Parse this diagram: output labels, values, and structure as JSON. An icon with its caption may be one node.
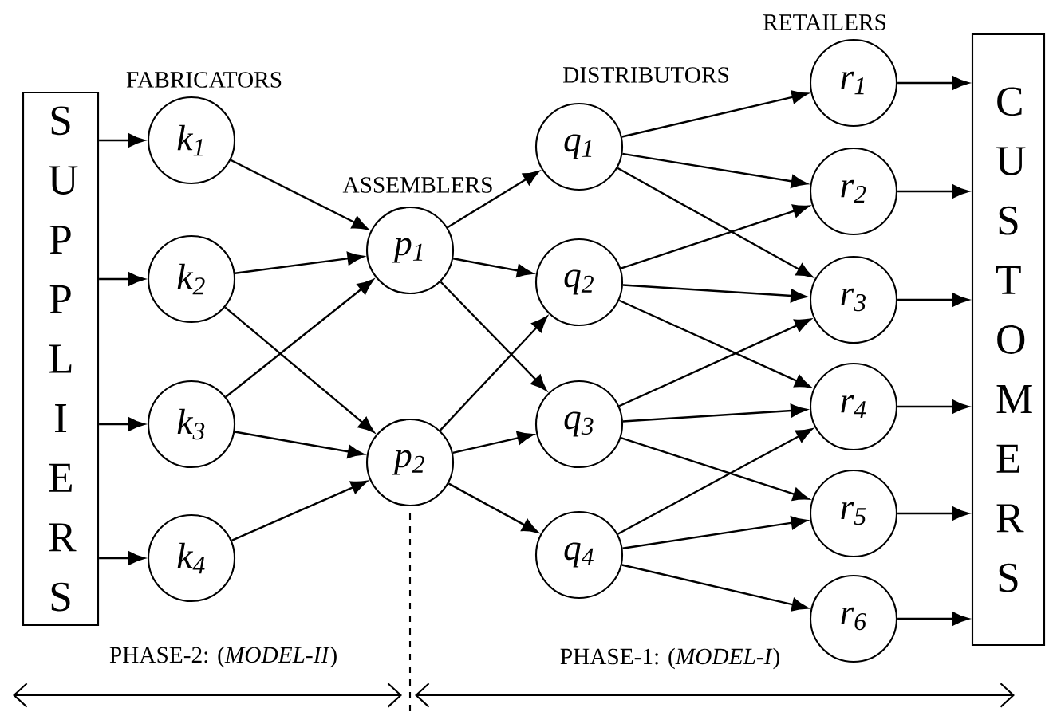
{
  "diagram": {
    "nodes": [
      {
        "text": [
          "S U P P L I E R S"
        ]
      },
      {
        "text": [
          "k$_{1}$"
        ]
      },
      {
        "text": [
          "k$_{2}$"
        ]
      },
      {
        "text": [
          "k$_{3}$"
        ]
      },
      {
        "text": [
          "k$_{4}$"
        ]
      },
      {
        "text": [
          "p$_{1}$"
        ]
      },
      {
        "text": [
          "p$_{2}$"
        ]
      },
      {
        "text": [
          "q$_{1}$"
        ]
      },
      {
        "text": [
          "q$_{2}$"
        ]
      },
      {
        "text": [
          "q$_{3}$"
        ]
      },
      {
        "text": [
          "q$_{4}$"
        ]
      },
      {
        "text": [
          "r$_{1}$"
        ]
      },
      {
        "text": [
          "r$_{2}$"
        ]
      },
      {
        "text": [
          "r$_{3}$"
        ]
      },
      {
        "text": [
          "r$_{4}$"
        ]
      },
      {
        "text": [
          "r$_{5}$"
        ]
      },
      {
        "text": [
          "r$_{6}$"
        ]
      },
      {
        "text": [
          "C U S T O M E R S"
        ]
      }
    ],
    "edges": [
      {
        "from": 0,
        "to": 1,
        "arrow": "to"
      },
      {
        "from": 0,
        "to": 2,
        "arrow": "to"
      },
      {
        "from": 0,
        "to": 3,
        "arrow": "to"
      },
      {
        "from": 0,
        "to": 4,
        "arrow": "to"
      },
      {
        "from": 1,
        "to": 5,
        "arrow": "to"
      },
      {
        "from": 2,
        "to": 5,
        "arrow": "to"
      },
      {
        "from": 2,
        "to": 6,
        "arrow": "to"
      },
      {
        "from": 3,
        "to": 5,
        "arrow": "to"
      },
      {
        "from": 3,
        "to": 6,
        "arrow": "to"
      },
      {
        "from": 4,
        "to": 6,
        "arrow": "to"
      },
      {
        "from": 5,
        "to": 7,
        "arrow": "to"
      },
      {
        "from": 5,
        "to": 8,
        "arrow": "to"
      },
      {
        "from": 5,
        "to": 9,
        "arrow": "to"
      },
      {
        "from": 6,
        "to": 8,
        "arrow": "to"
      },
      {
        "from": 6,
        "to": 9,
        "arrow": "to"
      },
      {
        "from": 6,
        "to": 10,
        "arrow": "to"
      },
      {
        "from": 7,
        "to": 11,
        "arrow": "to"
      },
      {
        "from": 7,
        "to": 12,
        "arrow": "to"
      },
      {
        "from": 7,
        "to": 13,
        "arrow": "to"
      },
      {
        "from": 8,
        "to": 12,
        "arrow": "to"
      },
      {
        "from": 8,
        "to": 13,
        "arrow": "to"
      },
      {
        "from": 8,
        "to": 14,
        "arrow": "to"
      },
      {
        "from": 9,
        "to": 13,
        "arrow": "to"
      },
      {
        "from": 9,
        "to": 14,
        "arrow": "to"
      },
      {
        "from": 9,
        "to": 15,
        "arrow": "to"
      },
      {
        "from": 10,
        "to": 14,
        "arrow": "to"
      },
      {
        "from": 10,
        "to": 15,
        "arrow": "to"
      },
      {
        "from": 10,
        "to": 16,
        "arrow": "to"
      },
      {
        "from": 11,
        "to": 17,
        "arrow": "to"
      },
      {
        "from": 12,
        "to": 17,
        "arrow": "to"
      },
      {
        "from": 13,
        "to": 17,
        "arrow": "to"
      },
      {
        "from": 14,
        "to": 17,
        "arrow": "to"
      },
      {
        "from": 15,
        "to": 17,
        "arrow": "to"
      },
      {
        "from": 16,
        "to": 17,
        "arrow": "to"
      }
    ],
    "labels": [
      "FABRICATORS",
      "DISTRIBUTORS",
      "RETAILERS",
      "ASSEMBLERS",
      "PHASE-2: (*MODEL-II*)",
      "PHASE-1: (*MODEL-I*)"
    ]
  }
}
